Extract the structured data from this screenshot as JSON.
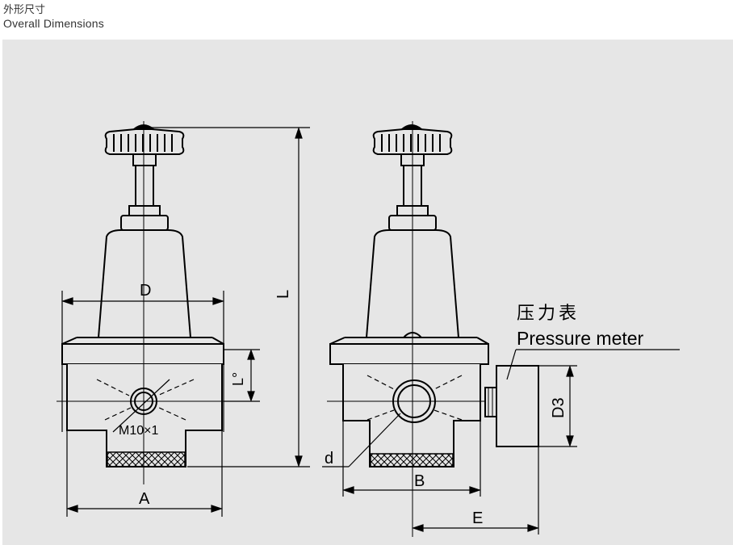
{
  "header": {
    "title_cn": "外形尺寸",
    "title_en": "Overall Dimensions"
  },
  "labels": {
    "D": "D",
    "L": "L",
    "Lo": "L°",
    "M": "M10×1",
    "A": "A",
    "d": "d",
    "B": "B",
    "E": "E",
    "D3": "D3",
    "gauge_cn": "压力表",
    "gauge_en": "Pressure meter"
  },
  "colors": {
    "panel": "#e6e6e6",
    "line": "#000000",
    "body_fill": "#e6e6e6"
  }
}
